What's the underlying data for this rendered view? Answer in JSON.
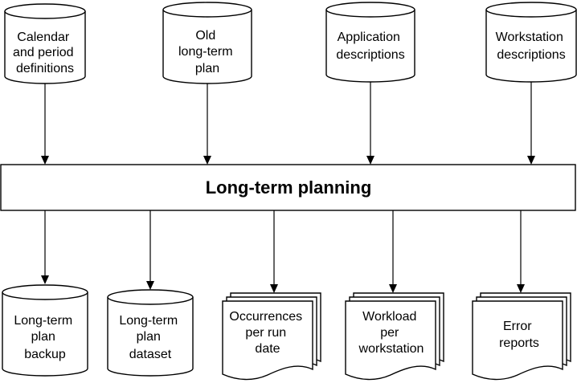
{
  "inputs": [
    {
      "id": "calendar",
      "lines": [
        "Calendar",
        "and period",
        "definitions"
      ]
    },
    {
      "id": "old-plan",
      "lines": [
        "Old",
        "long-term",
        "plan"
      ]
    },
    {
      "id": "applications",
      "lines": [
        "Application",
        "descriptions"
      ]
    },
    {
      "id": "workstations",
      "lines": [
        "Workstation",
        "descriptions"
      ]
    }
  ],
  "process": {
    "label": "Long-term planning"
  },
  "outputs": [
    {
      "id": "plan-backup",
      "kind": "datastore",
      "lines": [
        "Long-term",
        "plan",
        "backup"
      ]
    },
    {
      "id": "plan-dataset",
      "kind": "datastore",
      "lines": [
        "Long-term",
        "plan",
        "dataset"
      ]
    },
    {
      "id": "occurrences",
      "kind": "report",
      "lines": [
        "Occurrences",
        "per run",
        "date"
      ]
    },
    {
      "id": "workload",
      "kind": "report",
      "lines": [
        "Workload",
        "per",
        "workstation"
      ]
    },
    {
      "id": "errors",
      "kind": "report",
      "lines": [
        "Error",
        "reports"
      ]
    }
  ]
}
